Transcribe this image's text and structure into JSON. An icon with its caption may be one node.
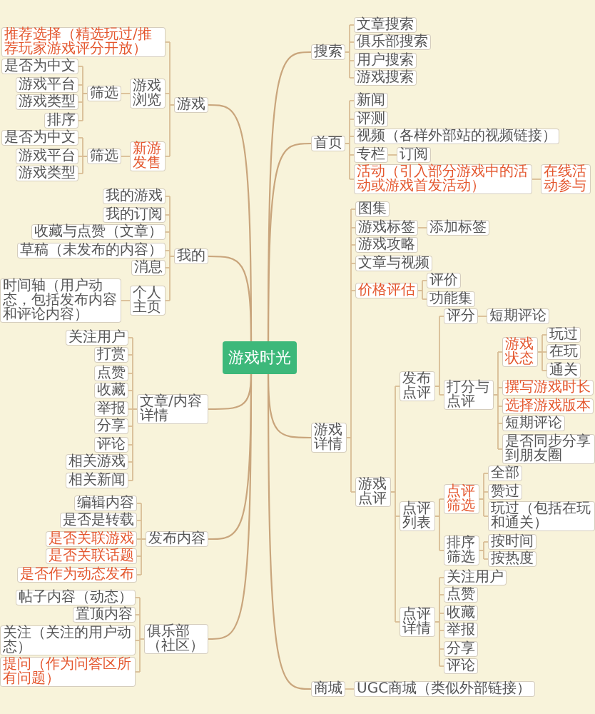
{
  "diagram": {
    "nodes": [
      {
        "text": [
          "游戏时光"
        ]
      },
      {
        "text": [
          "搜索"
        ]
      },
      {
        "text": [
          "文章搜索"
        ]
      },
      {
        "text": [
          "俱乐部搜索"
        ]
      },
      {
        "text": [
          "用户搜索"
        ]
      },
      {
        "text": [
          "游戏搜索"
        ]
      },
      {
        "text": [
          "首页"
        ]
      },
      {
        "text": [
          "新闻"
        ]
      },
      {
        "text": [
          "评测"
        ]
      },
      {
        "text": [
          "视频（各样外部站的视频链接）"
        ]
      },
      {
        "text": [
          "专栏"
        ]
      },
      {
        "text": [
          "订阅"
        ]
      },
      {
        "text": [
          "活动（引入部分游戏中的活动或游戏首发活动）"
        ]
      },
      {
        "text": [
          "在线活动参与"
        ]
      },
      {
        "text": [
          "游戏"
        ]
      },
      {
        "text": [
          "推荐选择（精选玩过/推荐玩家游戏评分开放）"
        ]
      },
      {
        "text": [
          "游戏浏览"
        ]
      },
      {
        "text": [
          "筛选"
        ]
      },
      {
        "text": [
          "是否为中文"
        ]
      },
      {
        "text": [
          "游戏平台"
        ]
      },
      {
        "text": [
          "游戏类型"
        ]
      },
      {
        "text": [
          "排序"
        ]
      },
      {
        "text": [
          "新游发售"
        ]
      },
      {
        "text": [
          "筛选"
        ]
      },
      {
        "text": [
          "是否为中文"
        ]
      },
      {
        "text": [
          "游戏平台"
        ]
      },
      {
        "text": [
          "游戏类型"
        ]
      },
      {
        "text": [
          "游戏详情"
        ]
      },
      {
        "text": [
          "图集"
        ]
      },
      {
        "text": [
          "游戏标签"
        ]
      },
      {
        "text": [
          "添加标签"
        ]
      },
      {
        "text": [
          "游戏攻略"
        ]
      },
      {
        "text": [
          "文章与视频"
        ]
      },
      {
        "text": [
          "价格评估"
        ]
      },
      {
        "text": [
          "评价"
        ]
      },
      {
        "text": [
          "功能集"
        ]
      },
      {
        "text": [
          "游戏点评"
        ]
      },
      {
        "text": [
          "发布点评"
        ]
      },
      {
        "text": [
          "评分"
        ]
      },
      {
        "text": [
          "短期评论"
        ]
      },
      {
        "text": [
          "打分与点评"
        ]
      },
      {
        "text": [
          "游戏状态"
        ]
      },
      {
        "text": [
          "玩过"
        ]
      },
      {
        "text": [
          "在玩"
        ]
      },
      {
        "text": [
          "通关"
        ]
      },
      {
        "text": [
          "撰写游戏时长"
        ]
      },
      {
        "text": [
          "选择游戏版本"
        ]
      },
      {
        "text": [
          "短期评论"
        ]
      },
      {
        "text": [
          "是否同步分享到朋友圈"
        ]
      },
      {
        "text": [
          "点评列表"
        ]
      },
      {
        "text": [
          "点评筛选"
        ]
      },
      {
        "text": [
          "全部"
        ]
      },
      {
        "text": [
          "赞过"
        ]
      },
      {
        "text": [
          "玩过（包括在玩和通关）"
        ]
      },
      {
        "text": [
          "排序筛选"
        ]
      },
      {
        "text": [
          "按时间"
        ]
      },
      {
        "text": [
          "按热度"
        ]
      },
      {
        "text": [
          "点评详情"
        ]
      },
      {
        "text": [
          "关注用户"
        ]
      },
      {
        "text": [
          "点赞"
        ]
      },
      {
        "text": [
          "收藏"
        ]
      },
      {
        "text": [
          "举报"
        ]
      },
      {
        "text": [
          "分享"
        ]
      },
      {
        "text": [
          "评论"
        ]
      },
      {
        "text": [
          "商城"
        ]
      },
      {
        "text": [
          "UGC商城（类似外部链接）"
        ]
      },
      {
        "text": [
          "我的"
        ]
      },
      {
        "text": [
          "我的游戏"
        ]
      },
      {
        "text": [
          "我的订阅"
        ]
      },
      {
        "text": [
          "收藏与点赞（文章）"
        ]
      },
      {
        "text": [
          "草稿（未发布的内容）"
        ]
      },
      {
        "text": [
          "消息"
        ]
      },
      {
        "text": [
          "个人主页"
        ]
      },
      {
        "text": [
          "时间轴（用户动态，包括发布内容和评论内容）"
        ]
      },
      {
        "text": [
          "文章/内容详情"
        ]
      },
      {
        "text": [
          "关注用户"
        ]
      },
      {
        "text": [
          "打赏"
        ]
      },
      {
        "text": [
          "点赞"
        ]
      },
      {
        "text": [
          "收藏"
        ]
      },
      {
        "text": [
          "举报"
        ]
      },
      {
        "text": [
          "分享"
        ]
      },
      {
        "text": [
          "评论"
        ]
      },
      {
        "text": [
          "相关游戏"
        ]
      },
      {
        "text": [
          "相关新闻"
        ]
      },
      {
        "text": [
          "发布内容"
        ]
      },
      {
        "text": [
          "编辑内容"
        ]
      },
      {
        "text": [
          "是否是转载"
        ]
      },
      {
        "text": [
          "是否关联游戏"
        ]
      },
      {
        "text": [
          "是否关联话题"
        ]
      },
      {
        "text": [
          "是否作为动态发布"
        ]
      },
      {
        "text": [
          "俱乐部（社区）"
        ]
      },
      {
        "text": [
          "帖子内容（动态）"
        ]
      },
      {
        "text": [
          "置顶内容"
        ]
      },
      {
        "text": [
          "关注（关注的用户动态）"
        ]
      },
      {
        "text": [
          "提问（作为问答区所有问题）"
        ]
      }
    ],
    "edges": [
      {
        "from": 0,
        "to": 1,
        "arrow": "none"
      },
      {
        "from": 1,
        "to": 2,
        "arrow": "none"
      },
      {
        "from": 1,
        "to": 3,
        "arrow": "none"
      },
      {
        "from": 1,
        "to": 4,
        "arrow": "none"
      },
      {
        "from": 1,
        "to": 5,
        "arrow": "none"
      },
      {
        "from": 0,
        "to": 6,
        "arrow": "none"
      },
      {
        "from": 6,
        "to": 7,
        "arrow": "none"
      },
      {
        "from": 6,
        "to": 8,
        "arrow": "none"
      },
      {
        "from": 6,
        "to": 9,
        "arrow": "none"
      },
      {
        "from": 6,
        "to": 10,
        "arrow": "none"
      },
      {
        "from": 10,
        "to": 11,
        "arrow": "none"
      },
      {
        "from": 6,
        "to": 12,
        "arrow": "none"
      },
      {
        "from": 12,
        "to": 13,
        "arrow": "none"
      },
      {
        "from": 0,
        "to": 14,
        "arrow": "none"
      },
      {
        "from": 14,
        "to": 15,
        "arrow": "none"
      },
      {
        "from": 14,
        "to": 16,
        "arrow": "none"
      },
      {
        "from": 16,
        "to": 17,
        "arrow": "none"
      },
      {
        "from": 17,
        "to": 18,
        "arrow": "none"
      },
      {
        "from": 17,
        "to": 19,
        "arrow": "none"
      },
      {
        "from": 17,
        "to": 20,
        "arrow": "none"
      },
      {
        "from": 17,
        "to": 21,
        "arrow": "none"
      },
      {
        "from": 14,
        "to": 22,
        "arrow": "none"
      },
      {
        "from": 22,
        "to": 23,
        "arrow": "none"
      },
      {
        "from": 23,
        "to": 24,
        "arrow": "none"
      },
      {
        "from": 23,
        "to": 25,
        "arrow": "none"
      },
      {
        "from": 23,
        "to": 26,
        "arrow": "none"
      },
      {
        "from": 0,
        "to": 27,
        "arrow": "none"
      },
      {
        "from": 27,
        "to": 28,
        "arrow": "none"
      },
      {
        "from": 27,
        "to": 29,
        "arrow": "none"
      },
      {
        "from": 29,
        "to": 30,
        "arrow": "none"
      },
      {
        "from": 27,
        "to": 31,
        "arrow": "none"
      },
      {
        "from": 27,
        "to": 32,
        "arrow": "none"
      },
      {
        "from": 27,
        "to": 33,
        "arrow": "none"
      },
      {
        "from": 33,
        "to": 34,
        "arrow": "none"
      },
      {
        "from": 33,
        "to": 35,
        "arrow": "none"
      },
      {
        "from": 27,
        "to": 36,
        "arrow": "none"
      },
      {
        "from": 36,
        "to": 37,
        "arrow": "none"
      },
      {
        "from": 37,
        "to": 38,
        "arrow": "none"
      },
      {
        "from": 38,
        "to": 39,
        "arrow": "none"
      },
      {
        "from": 37,
        "to": 40,
        "arrow": "none"
      },
      {
        "from": 40,
        "to": 41,
        "arrow": "none"
      },
      {
        "from": 41,
        "to": 42,
        "arrow": "none"
      },
      {
        "from": 41,
        "to": 43,
        "arrow": "none"
      },
      {
        "from": 41,
        "to": 44,
        "arrow": "none"
      },
      {
        "from": 40,
        "to": 45,
        "arrow": "none"
      },
      {
        "from": 40,
        "to": 46,
        "arrow": "none"
      },
      {
        "from": 40,
        "to": 47,
        "arrow": "none"
      },
      {
        "from": 40,
        "to": 48,
        "arrow": "none"
      },
      {
        "from": 36,
        "to": 49,
        "arrow": "none"
      },
      {
        "from": 49,
        "to": 50,
        "arrow": "none"
      },
      {
        "from": 50,
        "to": 51,
        "arrow": "none"
      },
      {
        "from": 50,
        "to": 52,
        "arrow": "none"
      },
      {
        "from": 50,
        "to": 53,
        "arrow": "none"
      },
      {
        "from": 49,
        "to": 54,
        "arrow": "none"
      },
      {
        "from": 54,
        "to": 55,
        "arrow": "none"
      },
      {
        "from": 54,
        "to": 56,
        "arrow": "none"
      },
      {
        "from": 36,
        "to": 57,
        "arrow": "none"
      },
      {
        "from": 57,
        "to": 58,
        "arrow": "none"
      },
      {
        "from": 57,
        "to": 59,
        "arrow": "none"
      },
      {
        "from": 57,
        "to": 60,
        "arrow": "none"
      },
      {
        "from": 57,
        "to": 61,
        "arrow": "none"
      },
      {
        "from": 57,
        "to": 62,
        "arrow": "none"
      },
      {
        "from": 57,
        "to": 63,
        "arrow": "none"
      },
      {
        "from": 0,
        "to": 64,
        "arrow": "none"
      },
      {
        "from": 64,
        "to": 65,
        "arrow": "none"
      },
      {
        "from": 0,
        "to": 66,
        "arrow": "none"
      },
      {
        "from": 66,
        "to": 67,
        "arrow": "none"
      },
      {
        "from": 66,
        "to": 68,
        "arrow": "none"
      },
      {
        "from": 66,
        "to": 69,
        "arrow": "none"
      },
      {
        "from": 66,
        "to": 70,
        "arrow": "none"
      },
      {
        "from": 66,
        "to": 71,
        "arrow": "none"
      },
      {
        "from": 66,
        "to": 72,
        "arrow": "none"
      },
      {
        "from": 72,
        "to": 73,
        "arrow": "none"
      },
      {
        "from": 0,
        "to": 74,
        "arrow": "none"
      },
      {
        "from": 74,
        "to": 75,
        "arrow": "none"
      },
      {
        "from": 74,
        "to": 76,
        "arrow": "none"
      },
      {
        "from": 74,
        "to": 77,
        "arrow": "none"
      },
      {
        "from": 74,
        "to": 78,
        "arrow": "none"
      },
      {
        "from": 74,
        "to": 79,
        "arrow": "none"
      },
      {
        "from": 74,
        "to": 80,
        "arrow": "none"
      },
      {
        "from": 74,
        "to": 81,
        "arrow": "none"
      },
      {
        "from": 74,
        "to": 82,
        "arrow": "none"
      },
      {
        "from": 74,
        "to": 83,
        "arrow": "none"
      },
      {
        "from": 0,
        "to": 84,
        "arrow": "none"
      },
      {
        "from": 84,
        "to": 85,
        "arrow": "none"
      },
      {
        "from": 84,
        "to": 86,
        "arrow": "none"
      },
      {
        "from": 84,
        "to": 87,
        "arrow": "none"
      },
      {
        "from": 84,
        "to": 88,
        "arrow": "none"
      },
      {
        "from": 84,
        "to": 89,
        "arrow": "none"
      },
      {
        "from": 0,
        "to": 90,
        "arrow": "none"
      },
      {
        "from": 90,
        "to": 91,
        "arrow": "none"
      },
      {
        "from": 90,
        "to": 92,
        "arrow": "none"
      },
      {
        "from": 90,
        "to": 93,
        "arrow": "none"
      },
      {
        "from": 90,
        "to": 94,
        "arrow": "none"
      }
    ]
  }
}
